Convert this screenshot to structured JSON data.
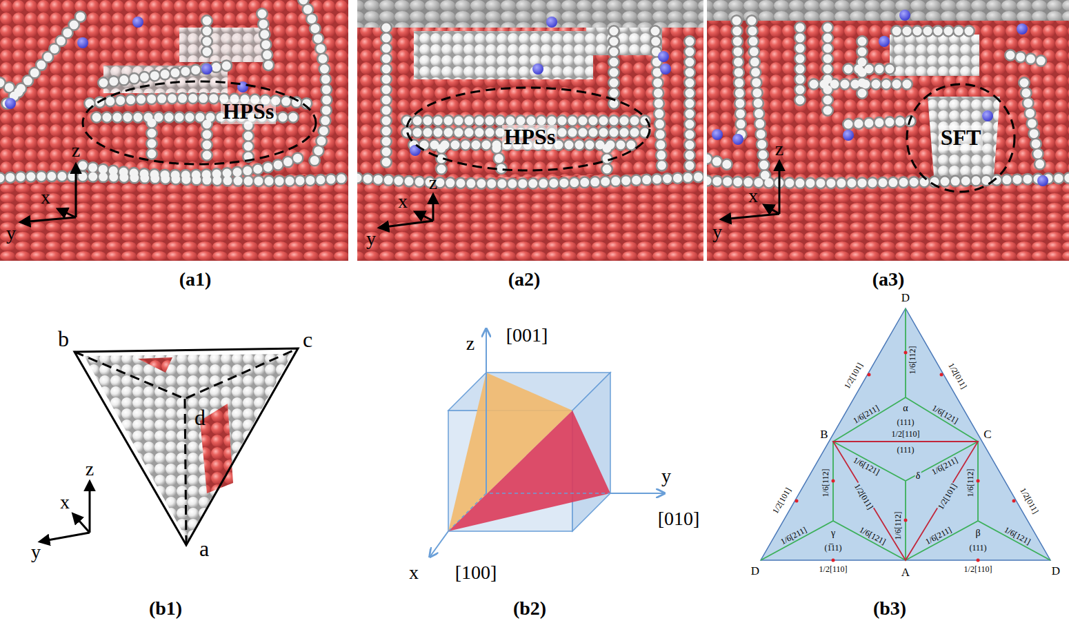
{
  "diagram": {
    "nodes": [
      {
        "text": [
          "HPSs"
        ]
      },
      {
        "text": [
          "HPSs"
        ]
      },
      {
        "text": [
          "SFT"
        ]
      }
    ],
    "labels": [
      "(a1)",
      "(a2)",
      "(a3)",
      "z",
      "x",
      "y",
      "z",
      "x",
      "y",
      "z",
      "x",
      "y",
      "b",
      "c",
      "d",
      "a",
      "z",
      "x",
      "y",
      "(b1)",
      "z",
      "[001]",
      "y",
      "[010]",
      "x",
      "[100]",
      "(b2)",
      "(b3)",
      "D",
      "B",
      "C",
      "D",
      "A",
      "D",
      "1/2[101]",
      "1/2[011]",
      "1/6[112]",
      "1/6[211]",
      "α",
      "(111)",
      "1/6[121]",
      "1/2[110]",
      "(111)",
      "1/6[121]",
      "1/6[211]",
      "δ",
      "1/2[011]",
      "1/6[112]",
      "1/2[101]",
      "1/2[101]",
      "1/6[112]",
      "1/6[211]",
      "1/6[121]",
      "γ",
      "(1̅11)",
      "1/2[110]",
      "1/6[112]",
      "1/6[211]",
      "1/6[121]",
      "β",
      "(111)",
      "1/2[011]",
      "1/2[110]"
    ]
  }
}
